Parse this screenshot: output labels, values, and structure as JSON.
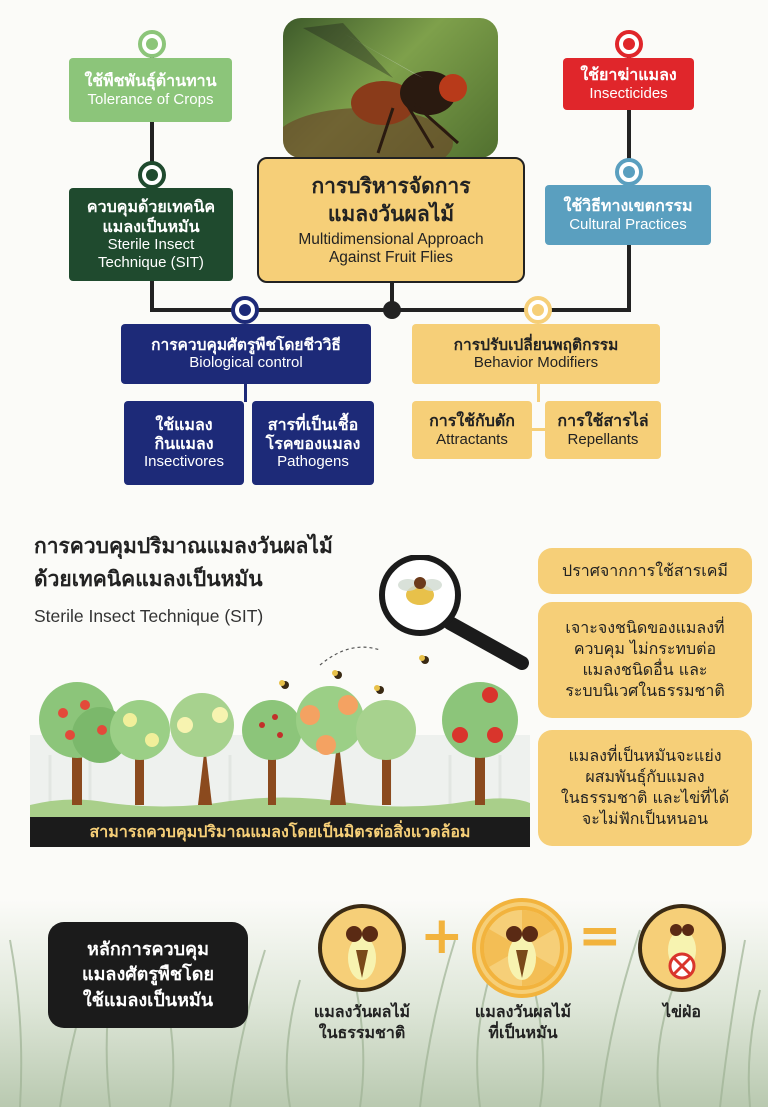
{
  "top": {
    "center_title_th": "การบริหารจัดการ\nแมลงวันผลไม้",
    "center_title_en": "Multidimensional Approach\nAgainst Fruit Flies",
    "tolerance": {
      "th": "ใช้พืชพันธุ์ต้านทาน",
      "en": "Tolerance of Crops"
    },
    "sit": {
      "th": "ควบคุมด้วยเทคนิค\nแมลงเป็นหมัน",
      "en": "Sterile Insect\nTechnique (SIT)"
    },
    "insecticides": {
      "th": "ใช้ยาฆ่าแมลง",
      "en": "Insecticides"
    },
    "cultural": {
      "th": "ใช้วิธีทางเขตกรรม",
      "en": "Cultural Practices"
    },
    "biological": {
      "th": "การควบคุมศัตรูพืชโดยชีววิธี",
      "en": "Biological control"
    },
    "insectivores": {
      "th": "ใช้แมลง\nกินแมลง",
      "en": "Insectivores"
    },
    "pathogens": {
      "th": "สารที่เป็นเชื้อ\nโรคของแมลง",
      "en": "Pathogens"
    },
    "behavior": {
      "th": "การปรับเปลี่ยนพฤติกรรม",
      "en": "Behavior Modifiers"
    },
    "attractants": {
      "th": "การใช้กับดัก",
      "en": "Attractants"
    },
    "repellants": {
      "th": "การใช้สารไล่",
      "en": "Repellants"
    }
  },
  "middle": {
    "title_th": "การควบคุมปริมาณแมลงวันผลไม้\nด้วยเทคนิคแมลงเป็นหมัน",
    "title_en": "Sterile Insect Technique (SIT)",
    "banner": "สามารถควบคุมปริมาณแมลงโดยเป็นมิตรต่อสิ่งแวดล้อม",
    "benefits": [
      "ปราศจากการใช้สารเคมี",
      "เจาะจงชนิดของแมลงที่\nควบคุม ไม่กระทบต่อ\nแมลงชนิดอื่น และ\nระบบนิเวศในธรรมชาติ",
      "แมลงที่เป็นหมันจะแย่ง\nผสมพันธุ์กับแมลง\nในธรรมชาติ และไข่ที่ได้\nจะไม่ฟักเป็นหนอน"
    ]
  },
  "bottom": {
    "principle": "หลักการควบคุม\nแมลงศัตรูพืชโดย\nใช้แมลงเป็นหมัน",
    "wild_fly": "แมลงวันผลไม้\nในธรรมชาติ",
    "sterile_fly": "แมลงวันผลไม้\nที่เป็นหมัน",
    "egg": "ไข่ฝ่อ",
    "plus": "+",
    "equals": "="
  },
  "colors": {
    "green_light": "#8cc57a",
    "green_dark": "#1f4a2e",
    "red": "#e0262b",
    "teal": "#5a9fbf",
    "navy": "#1d2a78",
    "yellow": "#f6cf78"
  }
}
